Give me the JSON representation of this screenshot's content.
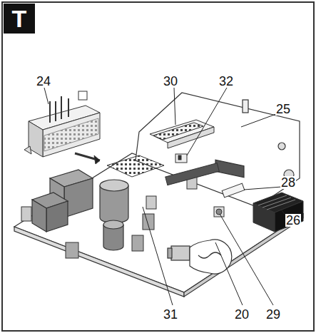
{
  "diagram": {
    "title": "T",
    "labels": [
      "24",
      "30",
      "32",
      "25",
      "28",
      "26",
      "31",
      "20",
      "29"
    ]
  }
}
